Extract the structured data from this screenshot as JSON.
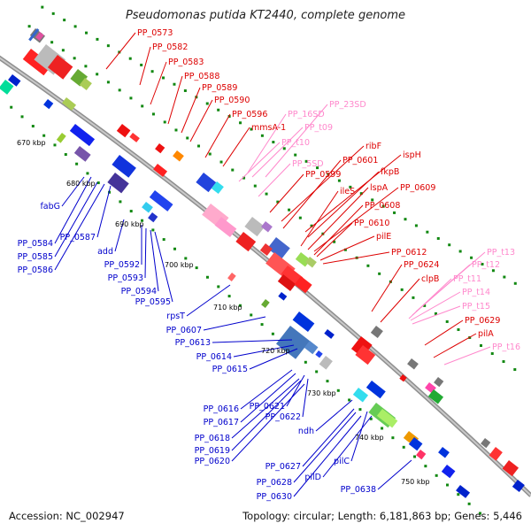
{
  "title": "Pseudomonas putida KT2440, complete genome",
  "footer": {
    "accession": "Accession: NC_002947",
    "summary": "Topology: circular; Length: 6,181,863 bp; Genes: 5,446"
  },
  "colors": {
    "backbone": "#999999",
    "forward_label": "#dd0000",
    "reverse_label": "#0000cc",
    "rna_label": "#ff88cc",
    "tick": "#118811"
  },
  "kbp_ticks": [
    "670 kbp",
    "680 kbp",
    "690 kbp",
    "700 kbp",
    "710 kbp",
    "720 kbp",
    "730 kbp",
    "740 kbp",
    "750 kbp"
  ],
  "labels": [
    "PP_0573",
    "PP_0582",
    "PP_0583",
    "PP_0588",
    "PP_0589",
    "PP_0590",
    "PP_0596",
    "mmsA-1",
    "PP_16SD",
    "PP_23SD",
    "PP_t09",
    "PP_t10",
    "PP_5SD",
    "ribF",
    "ispH",
    "PP_0601",
    "PP_0599",
    "fkpB",
    "ileS",
    "lspA",
    "PP_0609",
    "PP_0608",
    "PP_0610",
    "pilE",
    "PP_0612",
    "PP_0624",
    "PP_t13",
    "PP_t12",
    "clpB",
    "PP_t11",
    "PP_t14",
    "PP_t15",
    "PP_0629",
    "pilA",
    "PP_t16",
    "fabG",
    "PP_0584",
    "PP_0587",
    "PP_0585",
    "PP_0586",
    "add",
    "PP_0592",
    "PP_0593",
    "PP_0594",
    "PP_0595",
    "rpsT",
    "PP_0607",
    "PP_0613",
    "PP_0614",
    "PP_0615",
    "PP_0616",
    "PP_0621",
    "PP_0617",
    "PP_0622",
    "PP_0618",
    "PP_0619",
    "PP_0620",
    "ndh",
    "pilC",
    "PP_0627",
    "PP_0628",
    "pilD",
    "PP_0630",
    "PP_0638"
  ]
}
